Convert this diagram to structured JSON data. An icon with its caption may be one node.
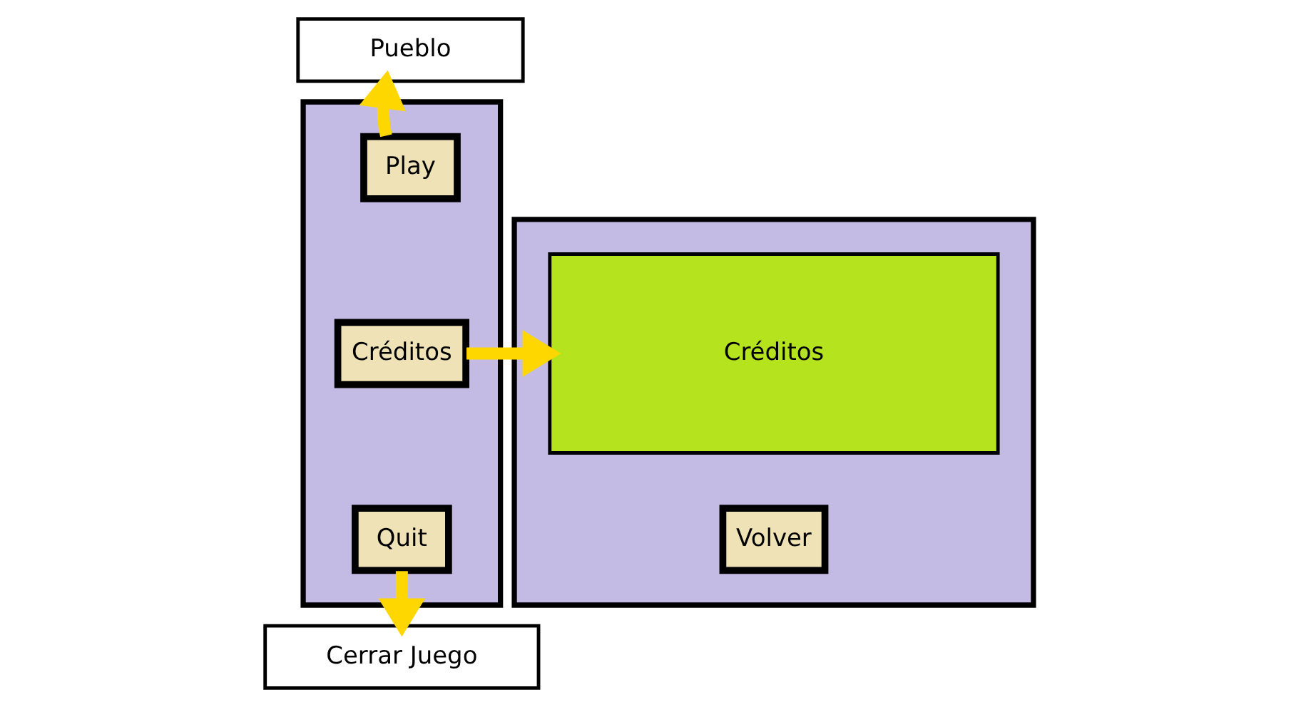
{
  "diagram": {
    "nodes": [
      {
        "text": [
          "Pueblo"
        ]
      },
      {
        "text": [],
        "shape": "box"
      },
      {
        "text": [
          "Play"
        ],
        "in": 1
      },
      {
        "text": [
          "Créditos"
        ],
        "in": 1
      },
      {
        "text": [
          "Quit"
        ],
        "in": 1
      },
      {
        "text": [
          "Cerrar Juego"
        ]
      },
      {
        "text": [],
        "shape": "box"
      },
      {
        "text": [
          "Créditos"
        ],
        "in": 6
      },
      {
        "text": [
          "Volver"
        ],
        "in": 6
      }
    ],
    "edges": [
      {
        "from": 2,
        "to": 0,
        "arrow": "to"
      },
      {
        "from": 3,
        "to": 7,
        "arrow": "to"
      },
      {
        "from": 4,
        "to": 5,
        "arrow": "to"
      }
    ]
  }
}
